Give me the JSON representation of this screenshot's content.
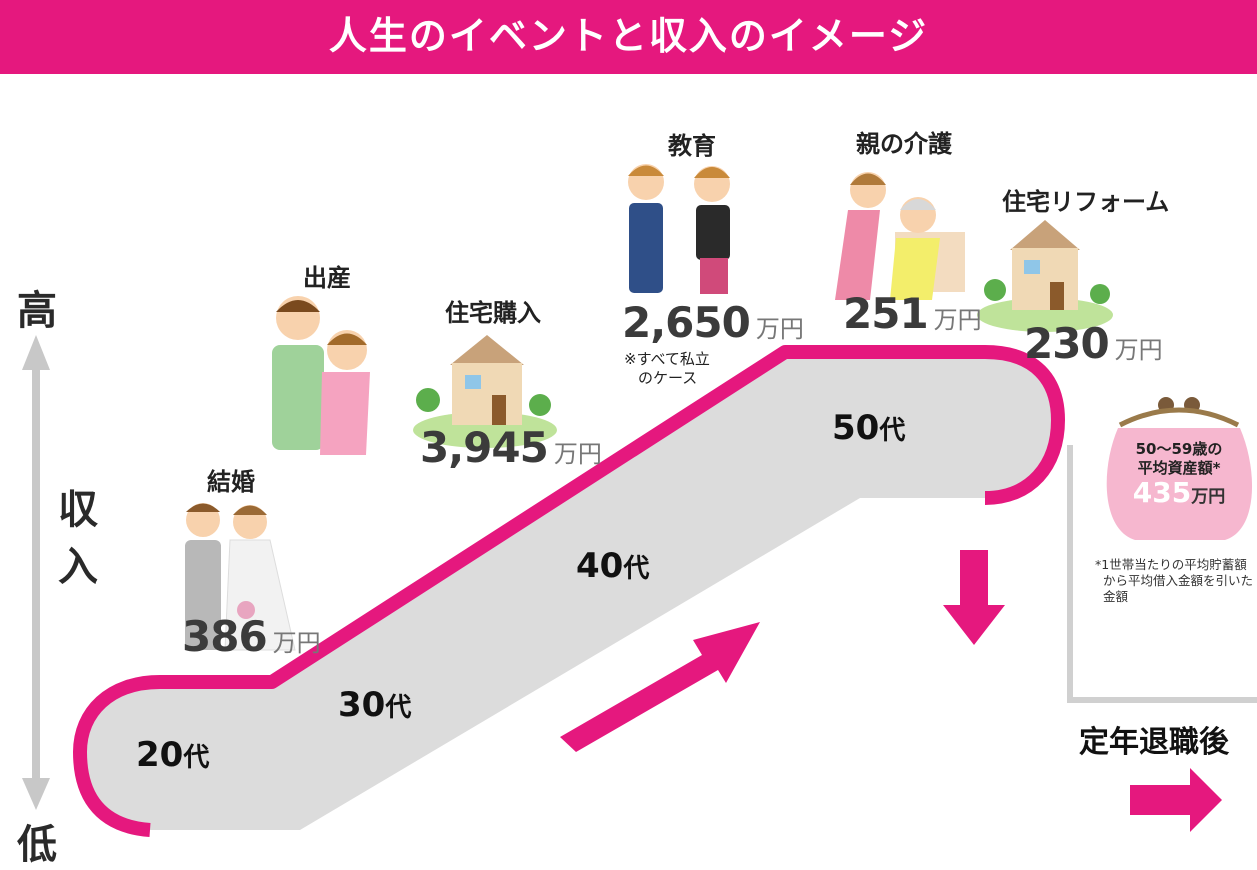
{
  "header": {
    "title": "人生のイベントと収入のイメージ"
  },
  "axis": {
    "high": "高",
    "income_top": "収",
    "income_bottom": "入",
    "low": "低"
  },
  "colors": {
    "accent": "#e5187e",
    "escalator": "#dcdcdc",
    "axis": "#c8c8c8",
    "purse": "#f6b7cf"
  },
  "events": [
    {
      "label": "結婚",
      "amount": "386",
      "unit": "万円"
    },
    {
      "label": "出産"
    },
    {
      "label": "住宅購入",
      "amount": "3,945",
      "unit": "万円"
    },
    {
      "label": "教育",
      "amount": "2,650",
      "unit": "万円",
      "note_line1": "※すべて私立",
      "note_line2": "のケース"
    },
    {
      "label": "親の介護",
      "amount": "251",
      "unit": "万円"
    },
    {
      "label": "住宅リフォーム",
      "amount": "230",
      "unit": "万円"
    }
  ],
  "ages": [
    {
      "num": "20",
      "suffix": "代"
    },
    {
      "num": "30",
      "suffix": "代"
    },
    {
      "num": "40",
      "suffix": "代"
    },
    {
      "num": "50",
      "suffix": "代"
    }
  ],
  "retirement": {
    "label": "定年退職後"
  },
  "savings": {
    "caption_line1": "50〜59歳の",
    "caption_line2": "平均資産額*",
    "amount": "435",
    "unit": "万円",
    "footnote_line1": "*1世帯当たりの平均貯蓄額",
    "footnote_line2": "から平均借入金額を引いた",
    "footnote_line3": "金額"
  }
}
